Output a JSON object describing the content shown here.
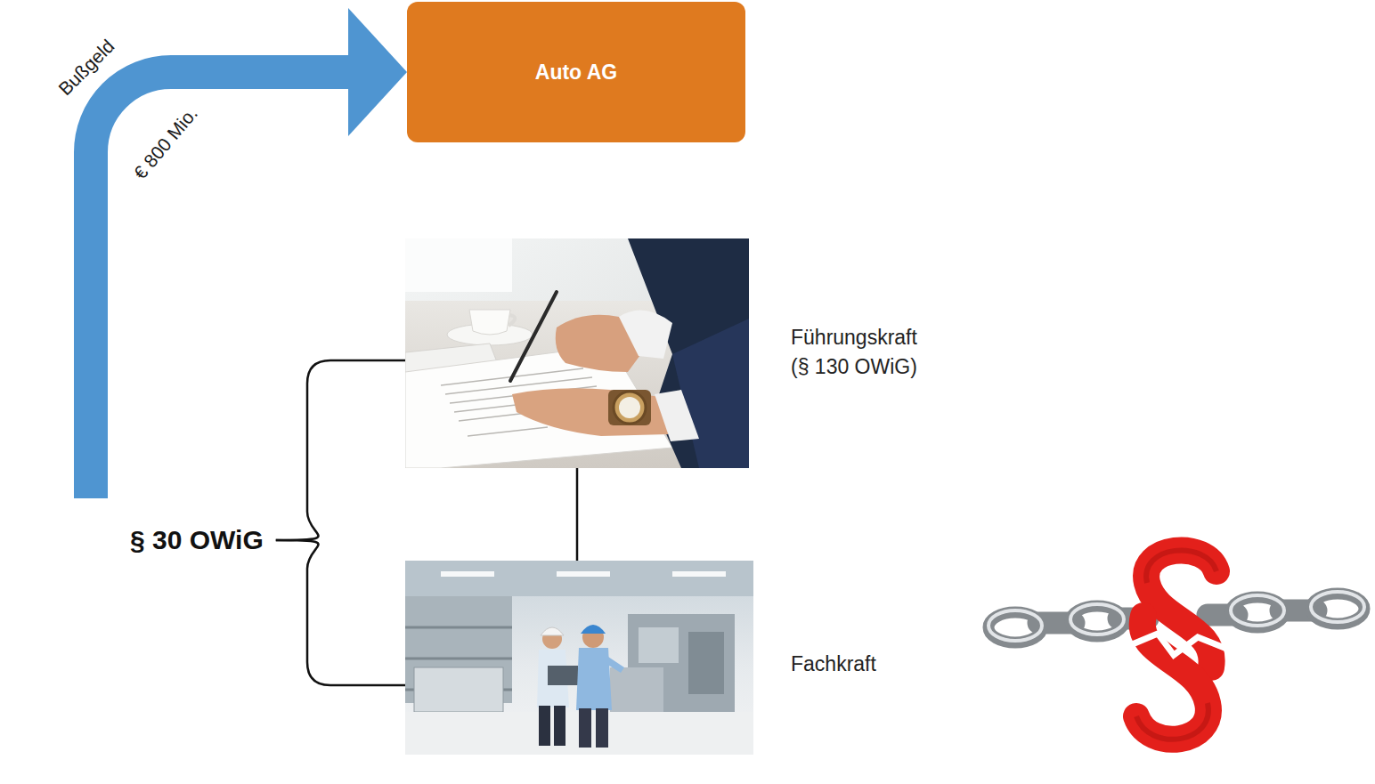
{
  "diagram": {
    "nodes": [
      {
        "text": [
          "Auto AG"
        ]
      },
      {
        "text": [
          "§ 30 OWiG"
        ]
      },
      {
        "text": [
          "Führungskraft (§ 130 OWiG)"
        ]
      },
      {
        "text": [
          "Fachkraft"
        ]
      }
    ],
    "edges": [
      {
        "from": 1,
        "to": 0,
        "arrow": "to",
        "label": "Bußgeld"
      },
      {
        "from": 1,
        "to": 2,
        "arrow": "none"
      },
      {
        "from": 1,
        "to": 3,
        "arrow": "none"
      },
      {
        "from": 2,
        "to": 3,
        "arrow": "none"
      }
    ],
    "labels": [
      "€ 800 Mio."
    ]
  }
}
